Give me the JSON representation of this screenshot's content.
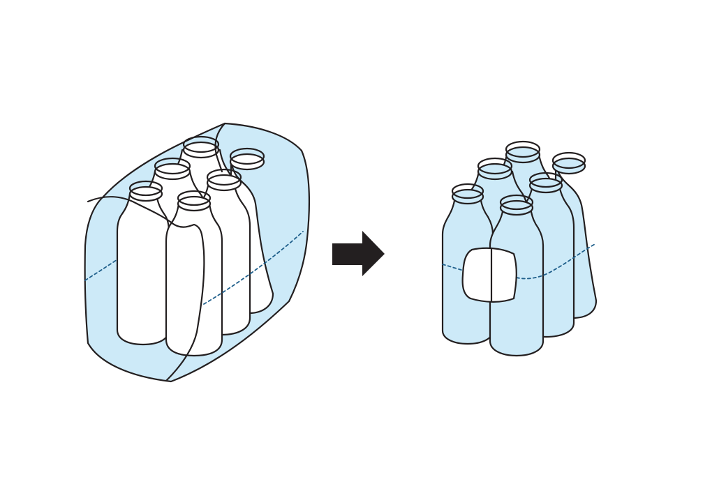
{
  "colors": {
    "background": "#ffffff",
    "outline": "#231f20",
    "shrink_wrap": "#cdeaf8",
    "bottle_white": "#ffffff",
    "bottle_blue": "#cdeaf8",
    "cut_line": "#1f5f8b",
    "arrow": "#231f20"
  },
  "icons": {
    "left_item": "wrapped-bottle-pack-icon",
    "transition": "right-arrow-icon",
    "right_item": "unwrapped-bottle-pack-icon"
  },
  "left_pack": {
    "bottle_count": 6,
    "wrap_state": "wrapped"
  },
  "right_pack": {
    "bottle_count": 6,
    "wrap_state": "banded"
  }
}
